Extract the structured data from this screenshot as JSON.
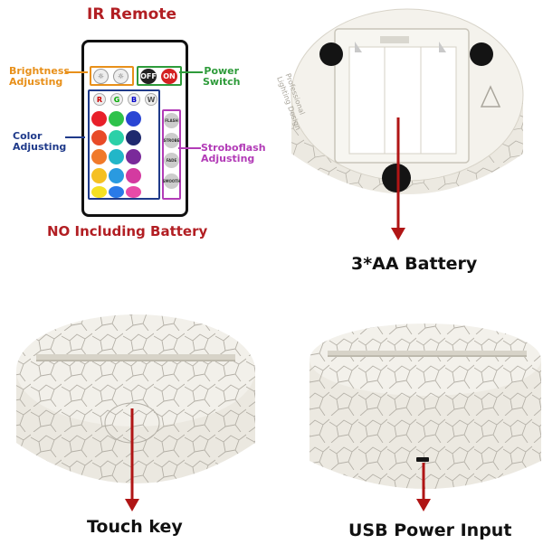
{
  "remote_panel": {
    "title": "IR Remote",
    "brightness_label": [
      "Brightness",
      "Adjusting"
    ],
    "power_label": [
      "Power",
      "Switch"
    ],
    "color_label": [
      "Color",
      "Adjusting"
    ],
    "strobe_label": [
      "Stroboflash",
      "Adjusting"
    ],
    "buttons": {
      "off": "OFF",
      "on": "ON",
      "r": "R",
      "g": "G",
      "b": "B",
      "w": "W",
      "flash": "FLASH",
      "strobe": "STROBE",
      "fade": "FADE",
      "smooth": "SMOOTH"
    },
    "note": "NO Including Battery"
  },
  "battery_panel": {
    "caption": "3*AA Battery",
    "engraving": [
      "Professional",
      "Lighting Design"
    ]
  },
  "touch_panel": {
    "caption": "Touch key"
  },
  "usb_panel": {
    "caption": "USB Power Input"
  },
  "colors": {
    "title_red": "#b21e23",
    "brightness_orange": "#e8901a",
    "power_green": "#2e9b3a",
    "color_blue": "#1f3a8a",
    "strobe_magenta": "#b23bb7",
    "arrow_red": "#b01515"
  }
}
